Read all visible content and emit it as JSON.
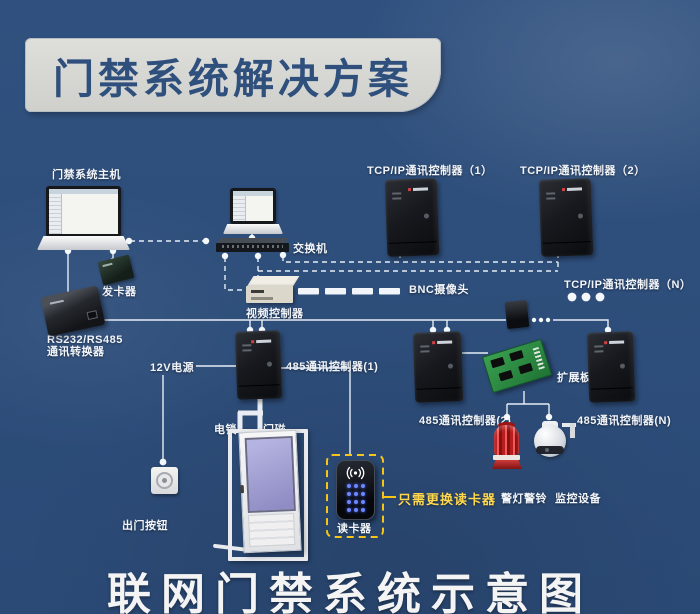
{
  "header": {
    "title": "门禁系统解决方案"
  },
  "footer": {
    "title": "联网门禁系统示意图"
  },
  "labels": {
    "host": "门禁系统主机",
    "switch": "交换机",
    "tcpip1": "TCP/IP通讯控制器（1）",
    "tcpip2": "TCP/IP通讯控制器（2）",
    "tcpipN": "TCP/IP通讯控制器（N）",
    "card_issuer": "发卡器",
    "converter_line1": "RS232/RS485",
    "converter_line2": "通讯转换器",
    "video_controller": "视频控制器",
    "bnc_camera": "BNC摄像头",
    "power_12v": "12V电源",
    "ctrl485_1": "485通讯控制器(1)",
    "ctrl485_2": "485通讯控制器(2)",
    "ctrl485_n": "485通讯控制器(N)",
    "expansion_board": "扩展板",
    "electric_lock": "电锁",
    "door_magnet": "门磁",
    "exit_button": "出门按钮",
    "card_reader": "读卡器",
    "annotation": "只需更换读卡器",
    "alarm_bell": "警灯警铃",
    "monitor_device": "监控设备"
  },
  "colors": {
    "background": "#2e4e7c",
    "wire": "#e8eef5",
    "highlight_yellow": "#ffd84d",
    "title_text": "#2f4f7d",
    "title_box": "#d8d9d5"
  }
}
